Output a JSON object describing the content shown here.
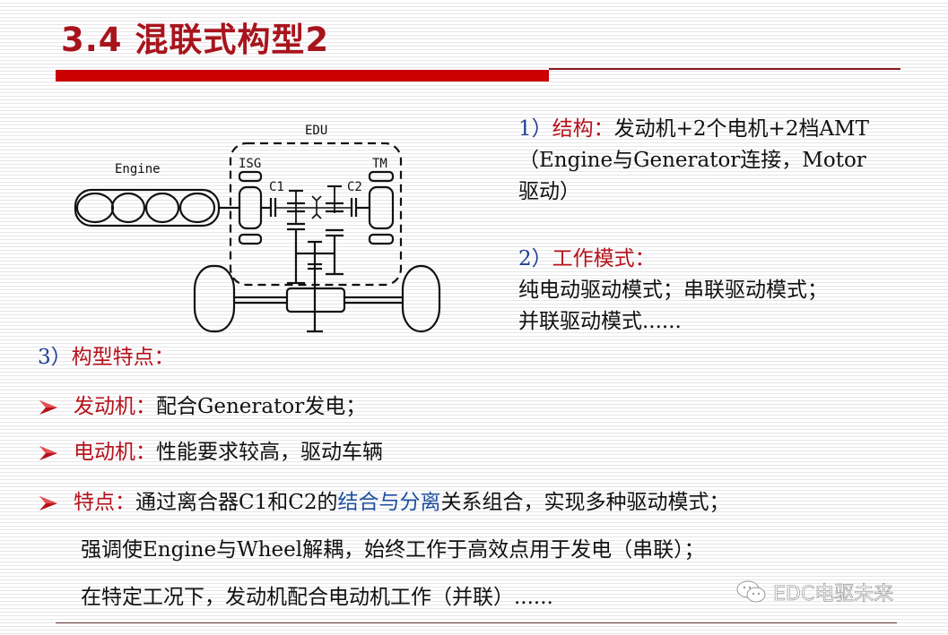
{
  "slide": {
    "title": "3.4 混联式构型2",
    "colors": {
      "title": "#a8141c",
      "accent_bar": "#cc0000",
      "thin_rule": "#8b1a1a",
      "heading_red": "#b5121b",
      "number_blue": "#1f3f8f",
      "highlight_blue": "#1f4f9f"
    }
  },
  "diagram": {
    "labels": {
      "edu": "EDU",
      "engine": "Engine",
      "isg": "ISG",
      "tm": "TM",
      "c1": "C1",
      "c2": "C2"
    }
  },
  "structure": {
    "number": "1）",
    "heading": "结构：",
    "text_line1": "发动机+2个电机+2档AMT",
    "text_line2": "（Engine与Generator连接，Motor",
    "text_line3": "驱动）"
  },
  "modes": {
    "number": "2）",
    "heading": "工作模式：",
    "text_line1": "纯电动驱动模式；串联驱动模式；",
    "text_line2": "并联驱动模式......"
  },
  "features": {
    "number": "3）",
    "heading": "构型特点：",
    "bullets": [
      {
        "label": "发动机：",
        "text": "配合Generator发电；"
      },
      {
        "label": "电动机：",
        "text": "性能要求较高，驱动车辆"
      },
      {
        "label": "特点：",
        "text_before": "通过离合器C1和C2的",
        "text_highlight": "结合与分离",
        "text_after": "关系组合，实现多种驱动模式；"
      }
    ],
    "continuation_lines": [
      "强调使Engine与Wheel解耦，始终工作于高效点用于发电（串联）；",
      "在特定工况下，发动机配合电动机工作（并联）......"
    ]
  },
  "watermark": {
    "icon": "wechat-icon",
    "text": "EDC电驱未来"
  }
}
